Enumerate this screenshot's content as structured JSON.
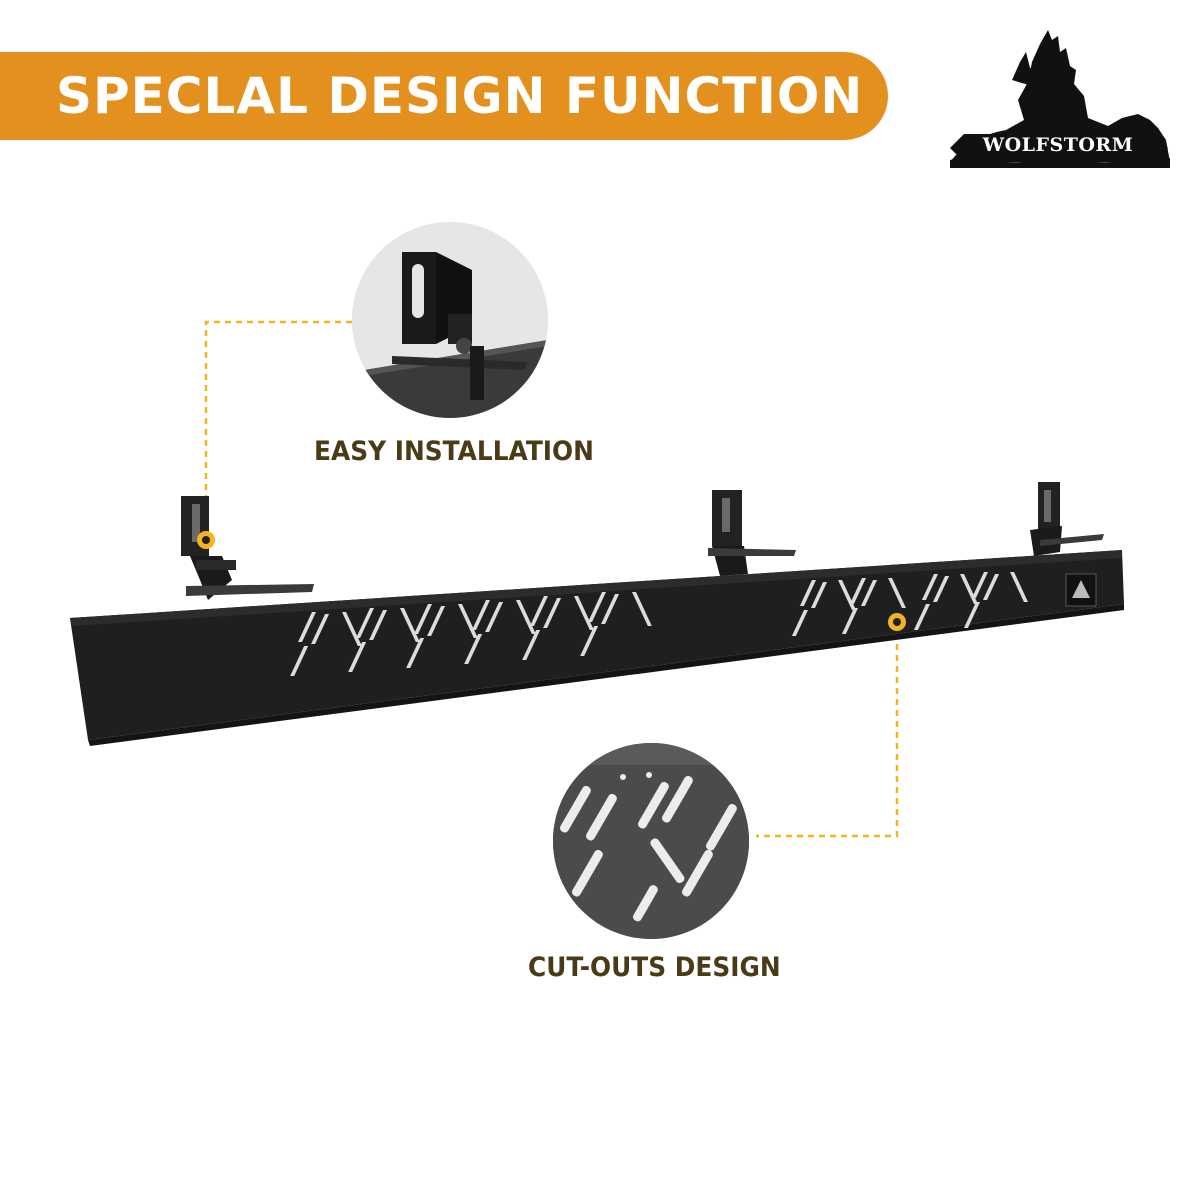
{
  "banner": {
    "title": "SPECLAL DESIGN FUNCTION",
    "color": "#e3901e"
  },
  "logo": {
    "brand": "WOLFSTORM",
    "icon": "wolves-howling-icon"
  },
  "callouts": {
    "install_label": "EASY INSTALLATION",
    "cutouts_label": "CUT-OUTS DESIGN",
    "label_color": "#4a3a16",
    "line_color": "#f2b51f"
  },
  "product": {
    "name": "running-board-step-bar",
    "color": "#1e1e1e",
    "badge_icon": "triangle-emblem-icon"
  }
}
